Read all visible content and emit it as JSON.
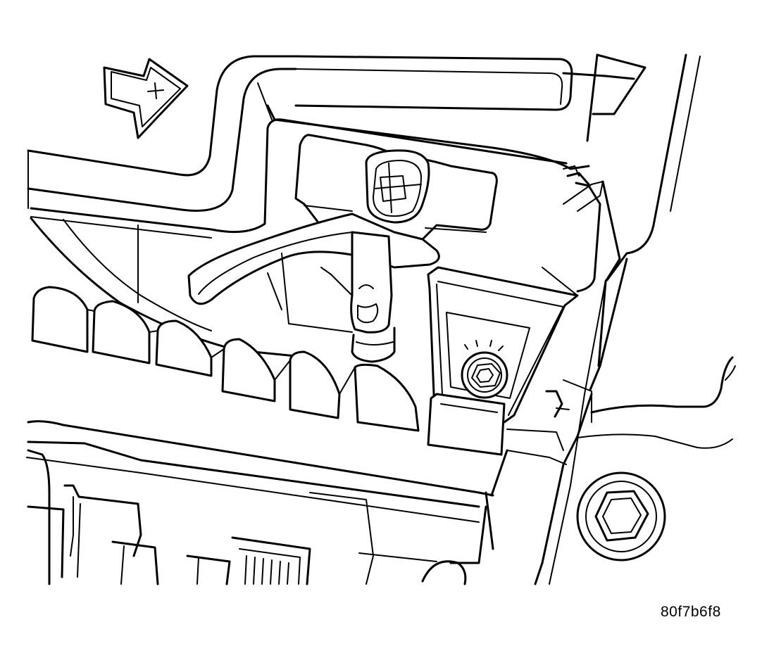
{
  "figure": {
    "code": "80f7b6f8",
    "parts": [
      "positive-terminal-arrow-symbol",
      "battery-case",
      "battery-hold-down-clamp",
      "battery-tray",
      "retaining-nut",
      "mounting-bolt",
      "fuse-relay-block"
    ]
  }
}
